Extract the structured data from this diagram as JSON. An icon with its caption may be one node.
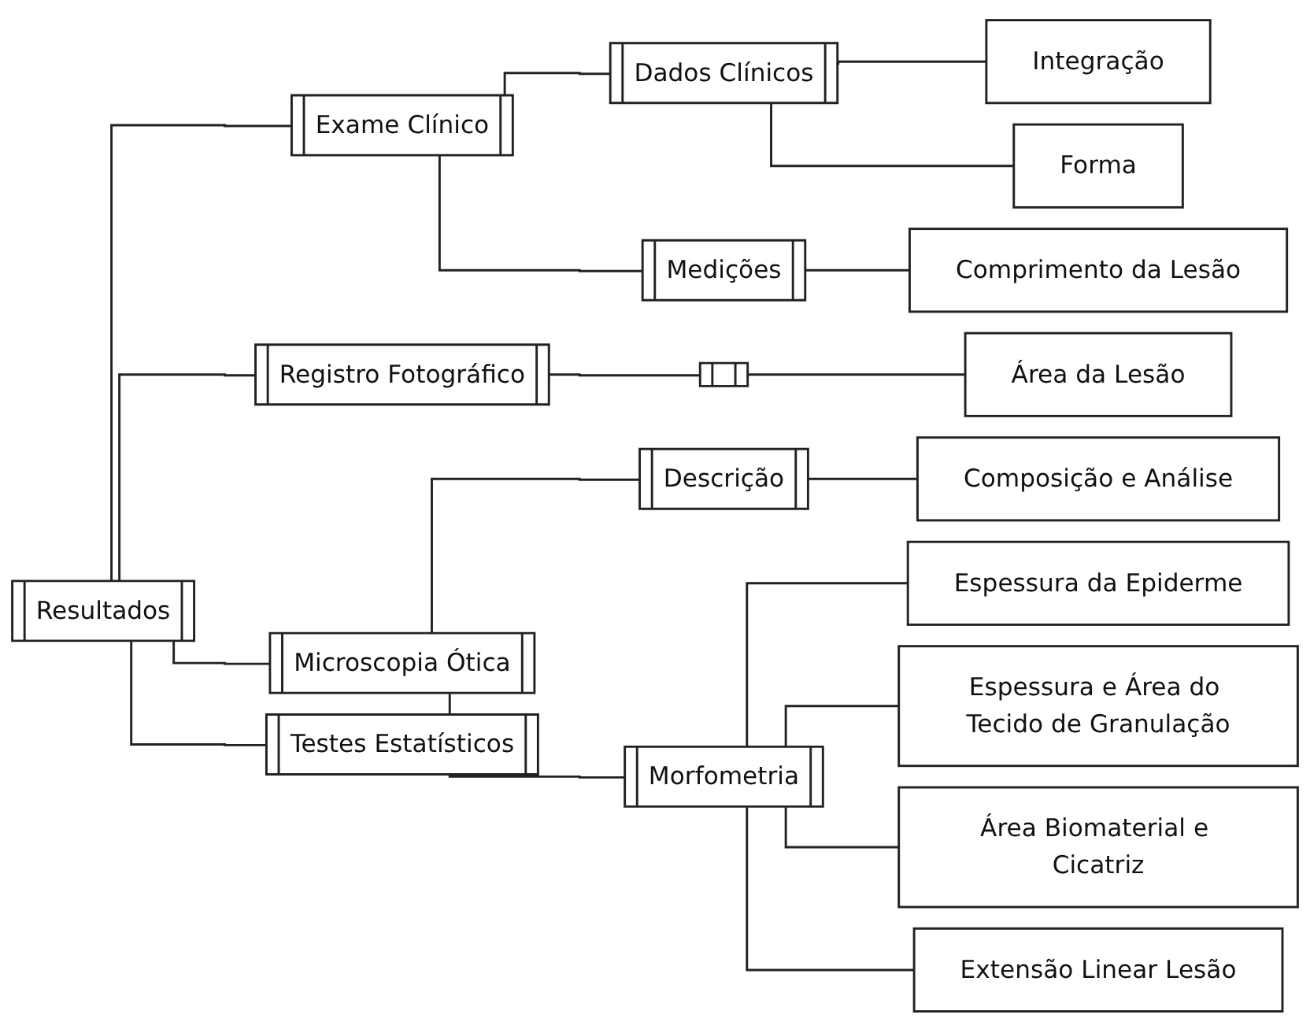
{
  "diagram": {
    "nodes": [
      {
        "text": [
          "Resultados"
        ]
      },
      {
        "text": [
          "Exame Clínico"
        ]
      },
      {
        "text": [
          "Registro Fotográfico"
        ]
      },
      {
        "text": [
          "Microscopia Ótica"
        ]
      },
      {
        "text": [
          "Testes Estatísticos"
        ]
      },
      {
        "text": [
          "Dados Clínicos"
        ]
      },
      {
        "text": [
          "Medições"
        ]
      },
      {
        "text": [],
        "shape": "box"
      },
      {
        "text": [
          "Descrição"
        ]
      },
      {
        "text": [
          "Morfometria"
        ]
      },
      {
        "text": [
          "Integração"
        ]
      },
      {
        "text": [
          "Forma"
        ]
      },
      {
        "text": [
          "Comprimento da Lesão"
        ]
      },
      {
        "text": [
          "Área da Lesão"
        ]
      },
      {
        "text": [
          "Composição e Análise"
        ]
      },
      {
        "text": [
          "Espessura da Epiderme"
        ]
      },
      {
        "text": [
          "Espessura e Área do Tecido de Granulação"
        ]
      },
      {
        "text": [
          "Área Biomaterial e Cicatriz"
        ]
      },
      {
        "text": [
          "Extensão Linear Lesão"
        ]
      }
    ],
    "edges": [
      {
        "from": 0,
        "to": 1,
        "arrow": "none"
      },
      {
        "from": 0,
        "to": 2,
        "arrow": "none"
      },
      {
        "from": 0,
        "to": 3,
        "arrow": "none"
      },
      {
        "from": 0,
        "to": 4,
        "arrow": "none"
      },
      {
        "from": 1,
        "to": 5,
        "arrow": "none"
      },
      {
        "from": 1,
        "to": 6,
        "arrow": "none"
      },
      {
        "from": 2,
        "to": 7,
        "arrow": "none"
      },
      {
        "from": 3,
        "to": 8,
        "arrow": "none"
      },
      {
        "from": 3,
        "to": 9,
        "arrow": "none"
      },
      {
        "from": 5,
        "to": 10,
        "arrow": "none"
      },
      {
        "from": 5,
        "to": 11,
        "arrow": "none"
      },
      {
        "from": 6,
        "to": 12,
        "arrow": "none"
      },
      {
        "from": 7,
        "to": 13,
        "arrow": "none"
      },
      {
        "from": 8,
        "to": 14,
        "arrow": "none"
      },
      {
        "from": 9,
        "to": 15,
        "arrow": "none"
      },
      {
        "from": 9,
        "to": 16,
        "arrow": "none"
      },
      {
        "from": 9,
        "to": 17,
        "arrow": "none"
      },
      {
        "from": 9,
        "to": 18,
        "arrow": "none"
      }
    ]
  }
}
